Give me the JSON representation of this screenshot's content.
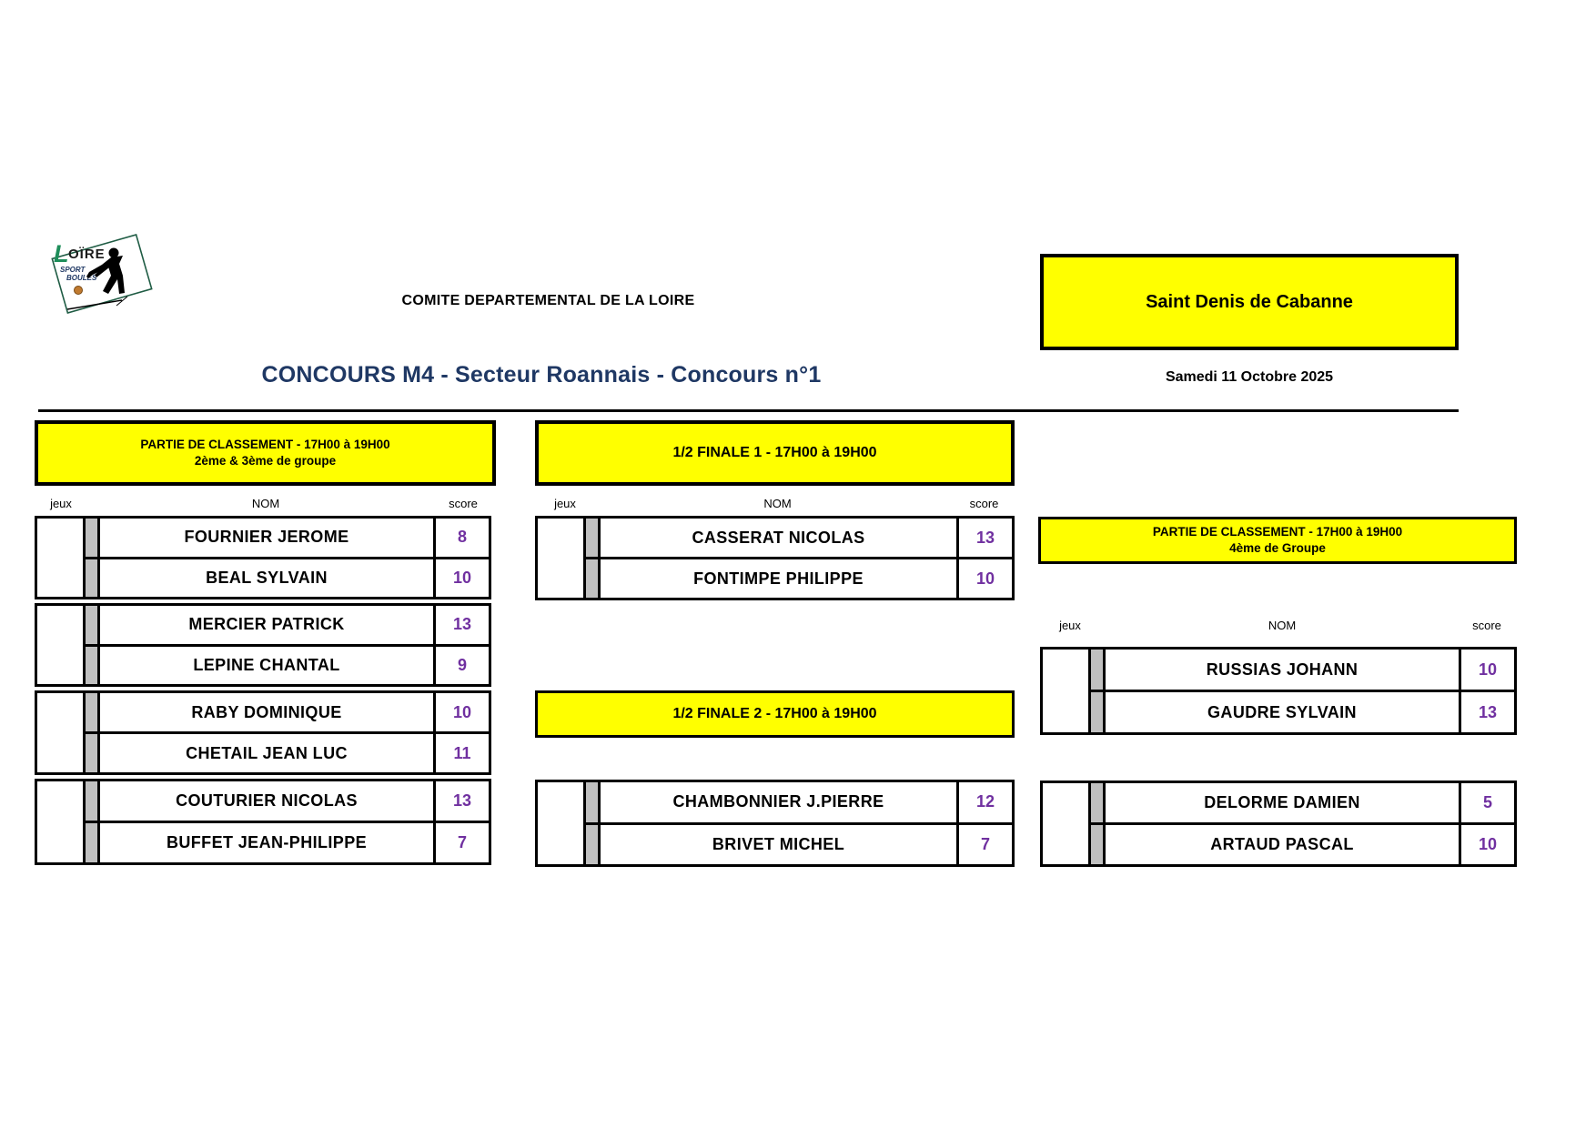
{
  "page": {
    "committee": "COMITE DEPARTEMENTAL DE LA LOIRE",
    "venue": "Saint Denis de Cabanne",
    "event_date": "Samedi 11 Octobre 2025",
    "title": "CONCOURS M4 - Secteur Roannais - Concours n°1"
  },
  "logo": {
    "l": "L",
    "loire_rest": "OÏRE",
    "sport": "SPORT",
    "boules": "BOULES"
  },
  "labels": {
    "jeux": "jeux",
    "nom": "NOM",
    "score": "score"
  },
  "colors": {
    "highlight_yellow": "#FFFF00",
    "title_navy": "#1F3864",
    "score_purple": "#7030A0",
    "strip_gray": "#C0C0C0"
  },
  "sections": {
    "classement_2_3": {
      "header_line1": "PARTIE DE CLASSEMENT - 17H00 à 19H00",
      "header_line2": "2ème & 3ème de groupe",
      "matches": [
        {
          "players": [
            {
              "name": "FOURNIER JEROME",
              "score": "8"
            },
            {
              "name": "BEAL SYLVAIN",
              "score": "10"
            }
          ]
        },
        {
          "players": [
            {
              "name": "MERCIER PATRICK",
              "score": "13"
            },
            {
              "name": "LEPINE CHANTAL",
              "score": "9"
            }
          ]
        },
        {
          "players": [
            {
              "name": "RABY DOMINIQUE",
              "score": "10"
            },
            {
              "name": "CHETAIL JEAN LUC",
              "score": "11"
            }
          ]
        },
        {
          "players": [
            {
              "name": "COUTURIER NICOLAS",
              "score": "13"
            },
            {
              "name": "BUFFET JEAN-PHILIPPE",
              "score": "7"
            }
          ]
        }
      ]
    },
    "demi_finale_1": {
      "header": "1/2 FINALE 1 - 17H00 à 19H00",
      "matches": [
        {
          "players": [
            {
              "name": "CASSERAT NICOLAS",
              "score": "13"
            },
            {
              "name": "FONTIMPE PHILIPPE",
              "score": "10"
            }
          ]
        }
      ]
    },
    "demi_finale_2": {
      "header": "1/2 FINALE 2 - 17H00 à 19H00",
      "matches": [
        {
          "players": [
            {
              "name": "CHAMBONNIER J.PIERRE",
              "score": "12"
            },
            {
              "name": "BRIVET MICHEL",
              "score": "7"
            }
          ]
        }
      ]
    },
    "classement_4": {
      "header_line1": "PARTIE DE CLASSEMENT - 17H00 à 19H00",
      "header_line2": "4ème de Groupe",
      "matches": [
        {
          "players": [
            {
              "name": "RUSSIAS JOHANN",
              "score": "10"
            },
            {
              "name": "GAUDRE SYLVAIN",
              "score": "13"
            }
          ]
        },
        {
          "players": [
            {
              "name": "DELORME DAMIEN",
              "score": "5"
            },
            {
              "name": "ARTAUD PASCAL",
              "score": "10"
            }
          ]
        }
      ]
    }
  }
}
